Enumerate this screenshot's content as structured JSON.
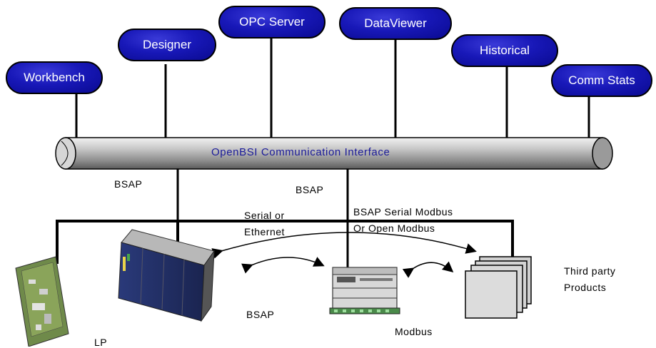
{
  "nodes": {
    "workbench": "Workbench",
    "designer": "Designer",
    "opc_server": "OPC Server",
    "dataviewer": "DataViewer",
    "historical": "Historical",
    "comm_stats": "Comm Stats"
  },
  "bus": {
    "label": "OpenBSI Communication Interface"
  },
  "labels": {
    "bsap_left": "BSAP",
    "bsap_center": "BSAP",
    "serial_line1": "Serial or",
    "serial_line2": "Ethernet",
    "bsap_modbus_line1": "BSAP Serial Modbus",
    "bsap_modbus_line2": "Or Open Modbus",
    "bsap_bottom": "BSAP",
    "modbus": "Modbus",
    "third_party_line1": "Third party",
    "third_party_line2": "Products",
    "lp": "LP"
  },
  "colors": {
    "pill": "#1818b8",
    "bus_label": "#1a1a9a",
    "lines": "#000000"
  }
}
